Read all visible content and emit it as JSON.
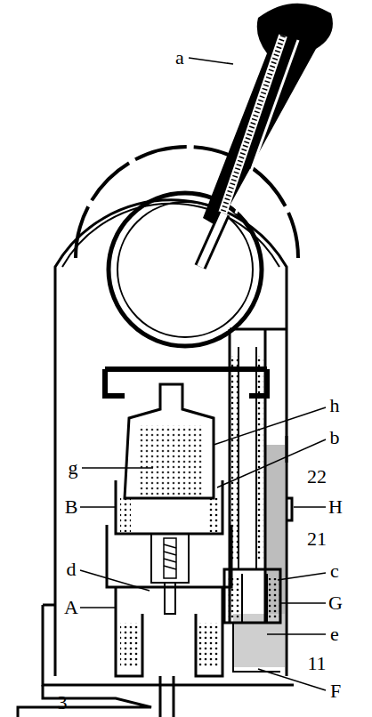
{
  "diagram": {
    "labels": [
      "a",
      "h",
      "g",
      "b",
      "22",
      "B",
      "H",
      "21",
      "c",
      "G",
      "d",
      "A",
      "e",
      "11",
      "F",
      "3"
    ]
  }
}
